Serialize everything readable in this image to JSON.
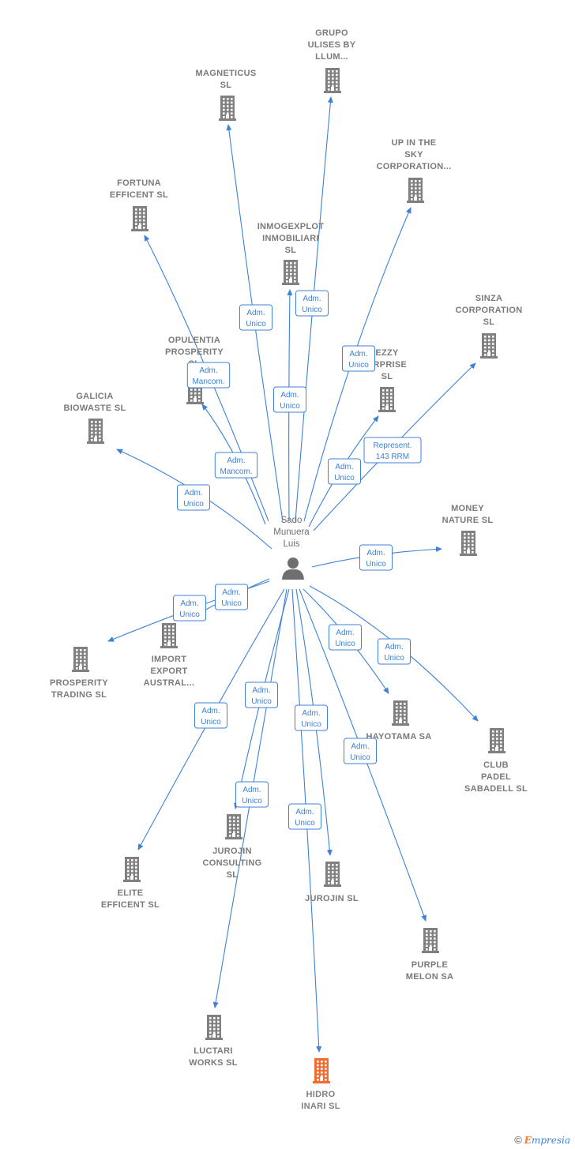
{
  "center": {
    "label_lines": [
      "Sado",
      "Munuera",
      "Luis"
    ],
    "icon": "person-icon"
  },
  "colors": {
    "edge": "#3d82d6",
    "node": "#808080",
    "highlight_node": "#f26b2f"
  },
  "nodes": [
    {
      "id": "grupo-ulises",
      "label_lines": [
        "GRUPO",
        "ULISES BY",
        "LLUM..."
      ],
      "icon": "building-icon"
    },
    {
      "id": "magneticus",
      "label_lines": [
        "MAGNETICUS",
        "SL"
      ],
      "icon": "building-icon"
    },
    {
      "id": "up-in-the-sky",
      "label_lines": [
        "UP IN THE",
        "SKY",
        "CORPORATION..."
      ],
      "icon": "building-icon"
    },
    {
      "id": "fortuna",
      "label_lines": [
        "FORTUNA",
        "EFFICENT  SL"
      ],
      "icon": "building-icon"
    },
    {
      "id": "inmogexplot",
      "label_lines": [
        "INMOGEXPLOT",
        "INMOBILIARI",
        "SL"
      ],
      "icon": "building-icon"
    },
    {
      "id": "sinza",
      "label_lines": [
        "SINZA",
        "CORPORATION",
        "SL"
      ],
      "icon": "building-icon"
    },
    {
      "id": "opulentia",
      "label_lines": [
        "OPULENTIA",
        "PROSPERITY",
        "SL"
      ],
      "icon": "building-icon"
    },
    {
      "id": "ezzy",
      "label_lines": [
        "EZZY",
        "ERPRISE",
        "SL"
      ],
      "icon": "building-icon"
    },
    {
      "id": "galicia",
      "label_lines": [
        "GALICIA",
        "BIOWASTE  SL"
      ],
      "icon": "building-icon"
    },
    {
      "id": "money-nature",
      "label_lines": [
        "MONEY",
        "NATURE  SL"
      ],
      "icon": "building-icon"
    },
    {
      "id": "import-export",
      "label_lines": [
        "IMPORT",
        "EXPORT",
        "AUSTRAL..."
      ],
      "icon": "building-icon"
    },
    {
      "id": "prosperity-trading",
      "label_lines": [
        "PROSPERITY",
        "TRADING  SL"
      ],
      "icon": "building-icon"
    },
    {
      "id": "hayotama",
      "label_lines": [
        "HAYOTAMA SA"
      ],
      "icon": "building-icon"
    },
    {
      "id": "club-padel",
      "label_lines": [
        "CLUB",
        "PADEL",
        "SABADELL  SL"
      ],
      "icon": "building-icon"
    },
    {
      "id": "jurojin-consulting",
      "label_lines": [
        "JUROJIN",
        "CONSULTING",
        "SL"
      ],
      "icon": "building-icon"
    },
    {
      "id": "elite",
      "label_lines": [
        "ELITE",
        "EFFICENT  SL"
      ],
      "icon": "building-icon"
    },
    {
      "id": "jurojin",
      "label_lines": [
        "JUROJIN  SL"
      ],
      "icon": "building-icon"
    },
    {
      "id": "purple-melon",
      "label_lines": [
        "PURPLE",
        "MELON SA"
      ],
      "icon": "building-icon"
    },
    {
      "id": "luctari",
      "label_lines": [
        "LUCTARI",
        "WORKS  SL"
      ],
      "icon": "building-icon"
    },
    {
      "id": "hidro-inari",
      "label_lines": [
        "HIDRO",
        "INARI  SL"
      ],
      "icon": "building-icon",
      "highlight": true
    }
  ],
  "edges": [
    {
      "target": "grupo-ulises",
      "label_lines": [
        "Adm.",
        "Unico"
      ]
    },
    {
      "target": "magneticus",
      "label_lines": [
        "Adm.",
        "Unico"
      ]
    },
    {
      "target": "up-in-the-sky",
      "label_lines": [
        "Adm.",
        "Unico"
      ]
    },
    {
      "target": "fortuna",
      "label_lines": [
        "Adm.",
        "Mancom."
      ]
    },
    {
      "target": "inmogexplot",
      "label_lines": [
        "Adm.",
        "Unico"
      ]
    },
    {
      "target": "sinza",
      "label_lines": [
        "Represent.",
        "143 RRM"
      ]
    },
    {
      "target": "opulentia",
      "label_lines": [
        "Adm.",
        "Mancom."
      ]
    },
    {
      "target": "ezzy",
      "label_lines": [
        "Adm.",
        "Unico"
      ]
    },
    {
      "target": "galicia",
      "label_lines": [
        "Adm.",
        "Unico"
      ]
    },
    {
      "target": "money-nature",
      "label_lines": [
        "Adm.",
        "Unico"
      ]
    },
    {
      "target": "import-export",
      "label_lines": [
        "Adm.",
        "Unico"
      ]
    },
    {
      "target": "prosperity-trading",
      "label_lines": [
        "Adm.",
        "Unico"
      ]
    },
    {
      "target": "hayotama",
      "label_lines": [
        "Adm.",
        "Unico"
      ]
    },
    {
      "target": "club-padel",
      "label_lines": [
        "Adm.",
        "Unico"
      ]
    },
    {
      "target": "jurojin-consulting",
      "label_lines": [
        "Adm.",
        "Unico"
      ]
    },
    {
      "target": "elite",
      "label_lines": [
        "Adm.",
        "Unico"
      ]
    },
    {
      "target": "jurojin",
      "label_lines": [
        "Adm.",
        "Unico"
      ]
    },
    {
      "target": "purple-melon",
      "label_lines": [
        "Adm.",
        "Unico"
      ]
    },
    {
      "target": "luctari",
      "label_lines": [
        "Adm.",
        "Unico"
      ]
    },
    {
      "target": "hidro-inari",
      "label_lines": [
        "Adm.",
        "Unico"
      ]
    }
  ],
  "footer": {
    "copyright": "©",
    "brand_initial": "E",
    "brand_rest": "mpresia"
  }
}
